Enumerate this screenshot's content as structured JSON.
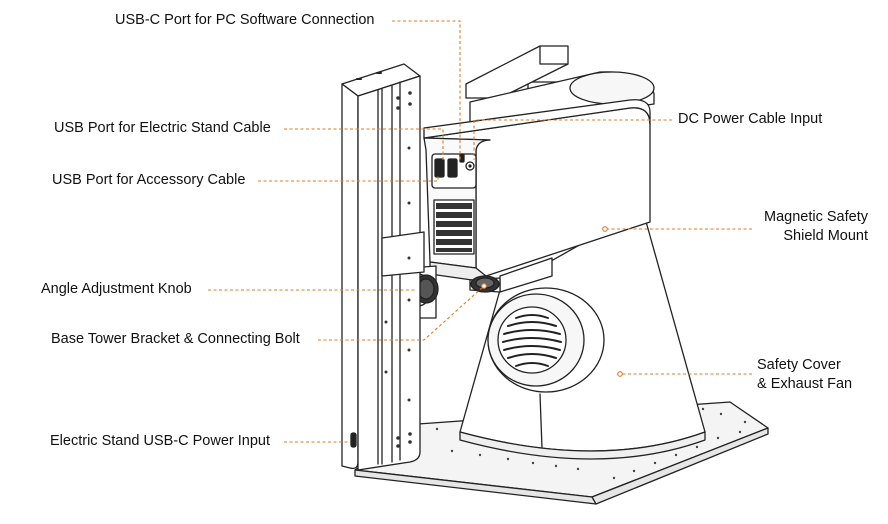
{
  "colors": {
    "leader": "#e07a2e",
    "outline": "#222222",
    "text": "#111111",
    "fill": "#ffffff",
    "shade": "#f2f2f2"
  },
  "callouts": {
    "usb_c_pc": "USB-C Port for PC Software Connection",
    "usb_stand": "USB Port for Electric Stand Cable",
    "usb_accessory": "USB Port for Accessory Cable",
    "angle_knob": "Angle Adjustment Knob",
    "base_bracket": "Base Tower Bracket & Connecting Bolt",
    "stand_power": "Electric Stand USB-C Power Input",
    "dc_power": "DC Power Cable Input",
    "magnetic_line1": "Magnetic Safety",
    "magnetic_line2": "Shield Mount",
    "safety_line1": "Safety Cover",
    "safety_line2": "& Exhaust Fan"
  }
}
